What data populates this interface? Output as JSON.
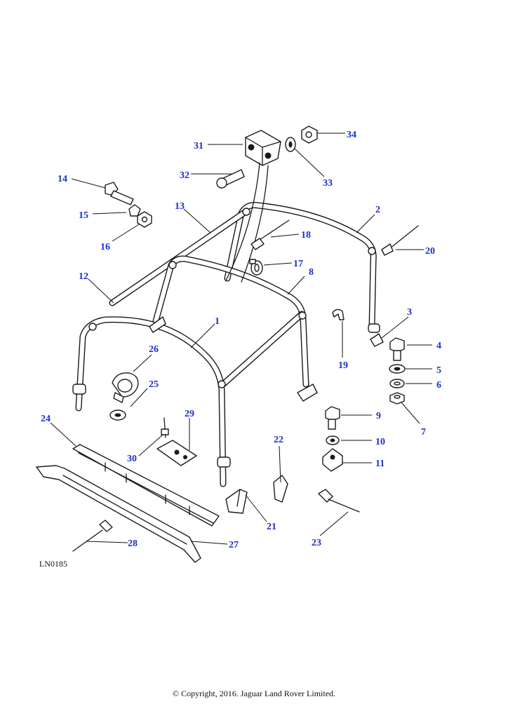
{
  "diagram": {
    "code": "LN0185",
    "copyright": "© Copyright, 2016. Jaguar Land Rover Limited.",
    "callouts": [
      {
        "id": "1",
        "label": "1"
      },
      {
        "id": "2",
        "label": "2"
      },
      {
        "id": "3",
        "label": "3"
      },
      {
        "id": "4",
        "label": "4"
      },
      {
        "id": "5",
        "label": "5"
      },
      {
        "id": "6",
        "label": "6"
      },
      {
        "id": "7",
        "label": "7"
      },
      {
        "id": "8",
        "label": "8"
      },
      {
        "id": "9",
        "label": "9"
      },
      {
        "id": "10",
        "label": "10"
      },
      {
        "id": "11",
        "label": "11"
      },
      {
        "id": "12",
        "label": "12"
      },
      {
        "id": "13",
        "label": "13"
      },
      {
        "id": "14",
        "label": "14"
      },
      {
        "id": "15",
        "label": "15"
      },
      {
        "id": "16",
        "label": "16"
      },
      {
        "id": "17",
        "label": "17"
      },
      {
        "id": "18",
        "label": "18"
      },
      {
        "id": "19",
        "label": "19"
      },
      {
        "id": "20",
        "label": "20"
      },
      {
        "id": "21",
        "label": "21"
      },
      {
        "id": "22",
        "label": "22"
      },
      {
        "id": "23",
        "label": "23"
      },
      {
        "id": "24",
        "label": "24"
      },
      {
        "id": "25",
        "label": "25"
      },
      {
        "id": "26",
        "label": "26"
      },
      {
        "id": "27",
        "label": "27"
      },
      {
        "id": "28",
        "label": "28"
      },
      {
        "id": "29",
        "label": "29"
      },
      {
        "id": "30",
        "label": "30"
      },
      {
        "id": "31",
        "label": "31"
      },
      {
        "id": "32",
        "label": "32"
      },
      {
        "id": "33",
        "label": "33"
      },
      {
        "id": "34",
        "label": "34"
      }
    ]
  }
}
